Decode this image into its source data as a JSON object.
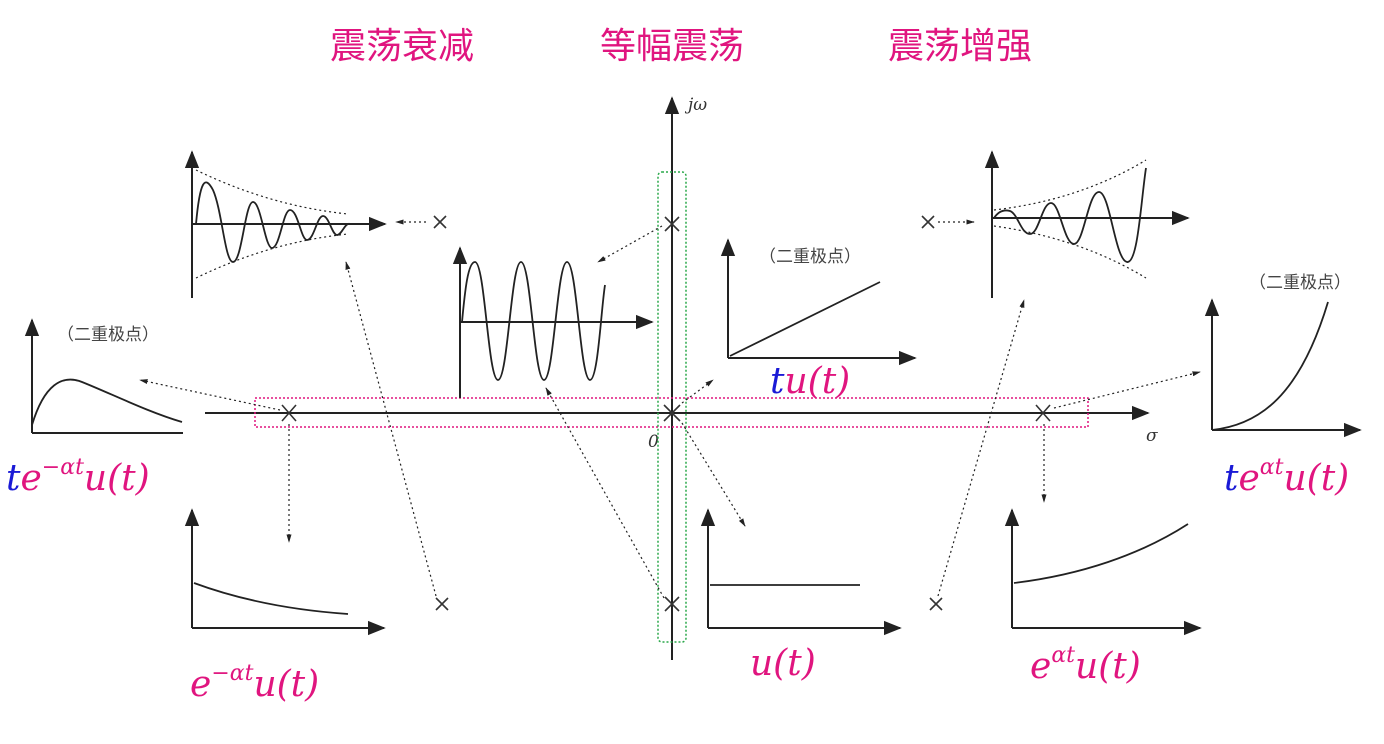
{
  "headings": {
    "decay": "震荡衰减",
    "constant": "等幅震荡",
    "growth": "震荡增强"
  },
  "axes": {
    "imag": "jω",
    "real": "σ",
    "origin": "0"
  },
  "notes": {
    "double_pole": "（二重极点）"
  },
  "formulas": {
    "te_neg": {
      "t": "t",
      "base": "e",
      "exp": "−αt",
      "tail": "u(t)"
    },
    "e_neg": {
      "base": "e",
      "exp": "−αt",
      "tail": "u(t)"
    },
    "tu": {
      "t": "t",
      "tail": "u(t)"
    },
    "u": {
      "tail": "u(t)"
    },
    "te_pos": {
      "t": "t",
      "base": "e",
      "exp": "αt",
      "tail": "u(t)"
    },
    "e_pos": {
      "base": "e",
      "exp": "αt",
      "tail": "u(t)"
    }
  },
  "colors": {
    "accent": "#e0157f",
    "t_variable": "#1a1ad6",
    "real_axis_box": "#e0157f",
    "imag_axis_box": "#2aa84a"
  }
}
